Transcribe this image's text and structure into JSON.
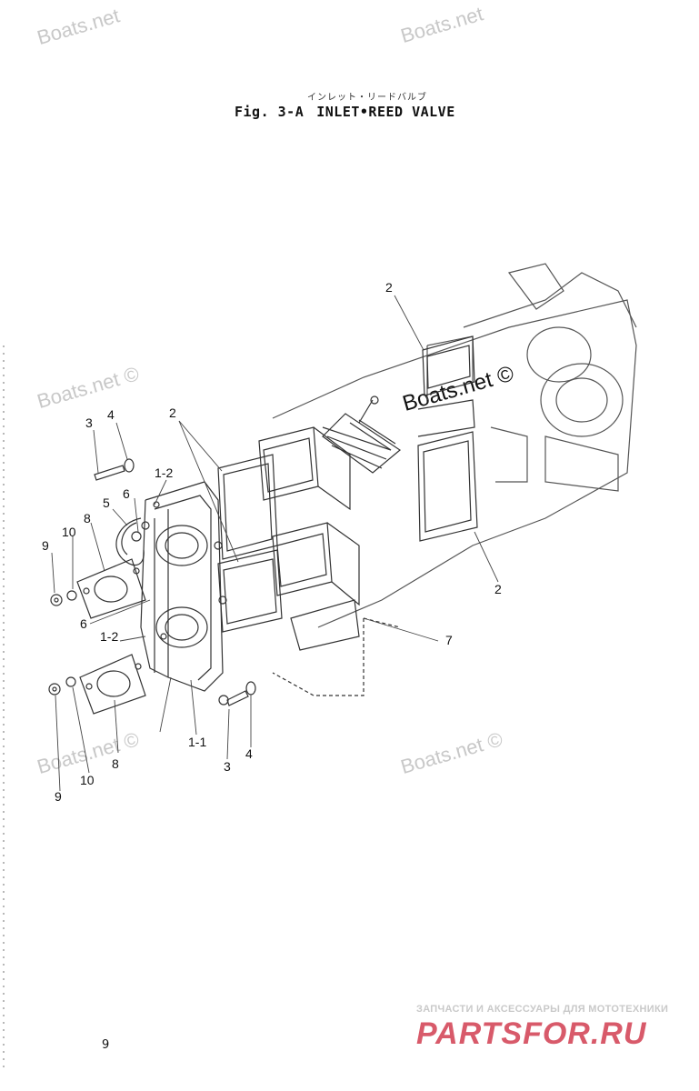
{
  "header": {
    "japanese_title": "インレット・リードバルブ",
    "figure_label": "Fig. 3-A",
    "figure_title": "INLET•REED VALVE"
  },
  "watermarks": [
    "Boats.net",
    "Boats.net ©",
    "Boats.net ©",
    "Boats.net ©",
    "Boats.net ©"
  ],
  "callouts": [
    {
      "id": "c2a",
      "text": "2"
    },
    {
      "id": "c2b",
      "text": "2"
    },
    {
      "id": "c2c",
      "text": "2"
    },
    {
      "id": "c3a",
      "text": "3"
    },
    {
      "id": "c4a",
      "text": "4"
    },
    {
      "id": "c12a",
      "text": "1-2"
    },
    {
      "id": "c6a",
      "text": "6"
    },
    {
      "id": "c5",
      "text": "5"
    },
    {
      "id": "c8a",
      "text": "8"
    },
    {
      "id": "c10a",
      "text": "10"
    },
    {
      "id": "c9a",
      "text": "9"
    },
    {
      "id": "c6b",
      "text": "6"
    },
    {
      "id": "c12b",
      "text": "1-2"
    },
    {
      "id": "c7",
      "text": "7"
    },
    {
      "id": "c11",
      "text": "1-1"
    },
    {
      "id": "c3b",
      "text": "3"
    },
    {
      "id": "c4b",
      "text": "4"
    },
    {
      "id": "c8b",
      "text": "8"
    },
    {
      "id": "c10b",
      "text": "10"
    },
    {
      "id": "c9b",
      "text": "9"
    }
  ],
  "footer": {
    "ru_caption": "ЗАПЧАСТИ И АКСЕССУАРЫ ДЛЯ МОТОТЕХНИКИ",
    "logo_text": "PARTSFOR.RU",
    "page_number": "9"
  }
}
